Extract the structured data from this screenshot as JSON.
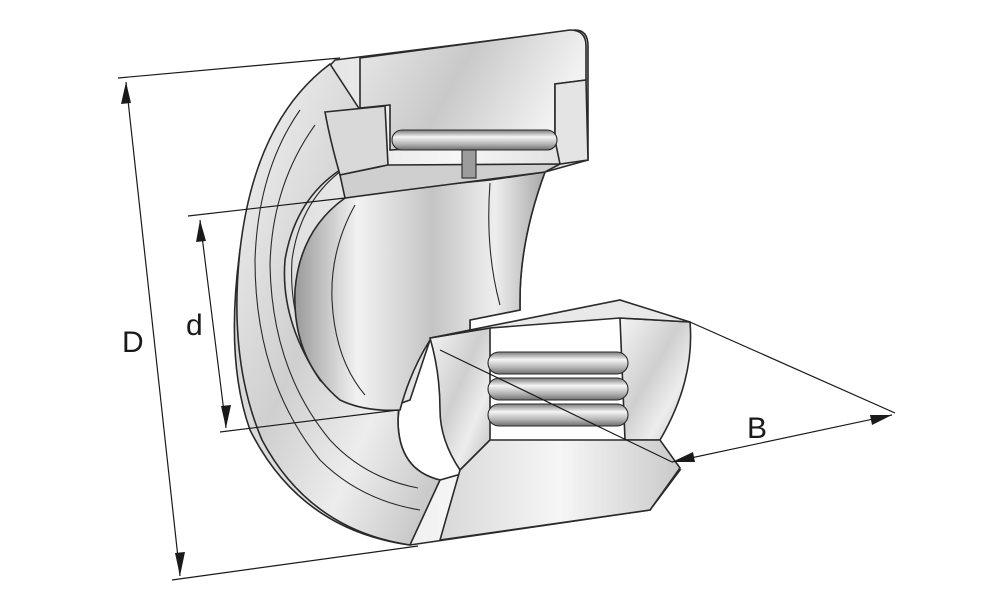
{
  "diagram": {
    "dimensions": [
      {
        "id": "D",
        "label": "D"
      },
      {
        "id": "d",
        "label": "d"
      },
      {
        "id": "B",
        "label": "B"
      }
    ]
  }
}
